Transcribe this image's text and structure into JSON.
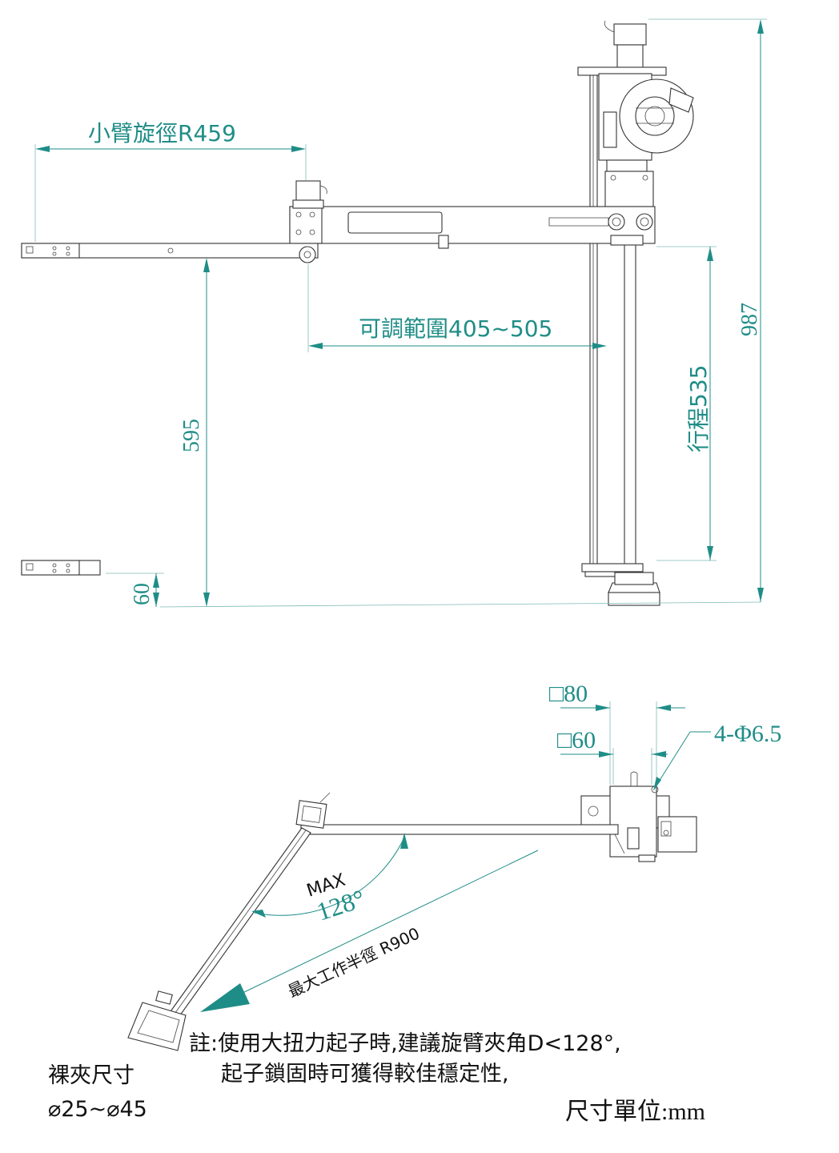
{
  "dimensions": {
    "forearm_radius": "小臂旋徑R459",
    "adjust_range": "可調範圍405~505",
    "height_595": "595",
    "height_60": "60",
    "total_987": "987",
    "stroke_535": "行程535",
    "square_80": "□80",
    "square_60": "□60",
    "holes": "4-Φ6.5"
  },
  "angle": {
    "max_label": "MAX",
    "value": "128°"
  },
  "work_radius": "最大工作半徑 R900",
  "notes": {
    "line1": "註:使用大扭力起子時,建議旋臂夾角D<128°,",
    "line2": "起子鎖固時可獲得較佳穩定性,"
  },
  "clamp": {
    "label": "裸夾尺寸",
    "range": "⌀25~⌀45"
  },
  "unit": "尺寸單位:mm",
  "colors": {
    "dimension": "#1f8d87",
    "outline": "#333333",
    "note": "#111111"
  }
}
